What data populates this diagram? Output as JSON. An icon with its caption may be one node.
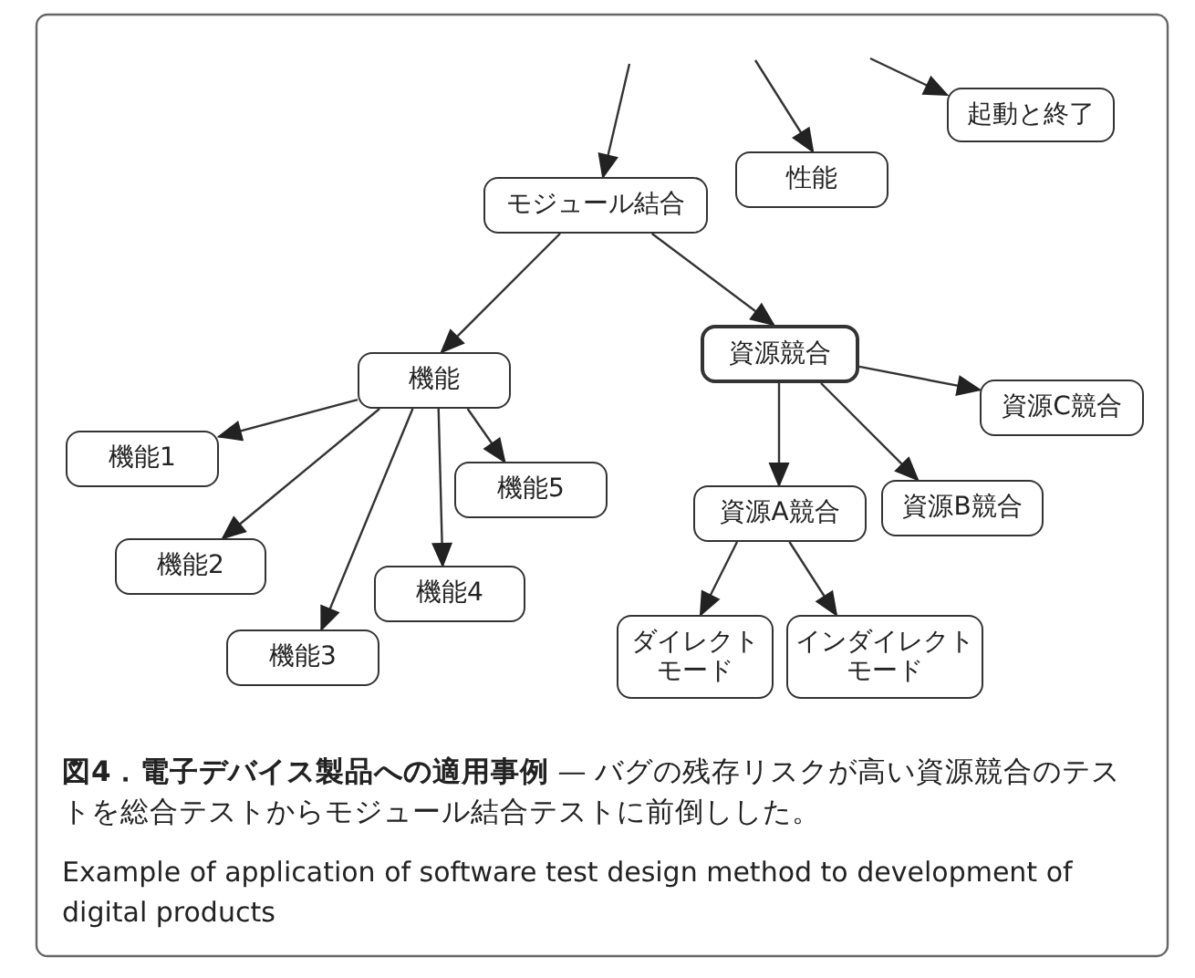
{
  "diagram": {
    "caption": "**図4．電子デバイス製品への適用事例** — バグの残存リスクが高い資源競合のテストを総合テストからモジュール結合テストに前倒しした。",
    "nodes": [
      {
        "text": [
          "起動と終了"
        ]
      },
      {
        "text": [
          "性能"
        ]
      },
      {
        "text": [
          "モジュール結合"
        ]
      },
      {
        "text": [
          "資源競合"
        ]
      },
      {
        "text": [
          "資源C競合"
        ]
      },
      {
        "text": [
          "機能"
        ]
      },
      {
        "text": [
          "機能1"
        ]
      },
      {
        "text": [
          "機能5"
        ]
      },
      {
        "text": [
          "資源A競合"
        ]
      },
      {
        "text": [
          "資源B競合"
        ]
      },
      {
        "text": [
          "機能2"
        ]
      },
      {
        "text": [
          "機能4"
        ]
      },
      {
        "text": [
          "機能3"
        ]
      },
      {
        "text": [
          "ダイレクトモード"
        ]
      },
      {
        "text": [
          "インダイレクトモード"
        ]
      }
    ],
    "edges": [
      {
        "from": null,
        "to": 2,
        "arrow": "to"
      },
      {
        "from": null,
        "to": 1,
        "arrow": "to"
      },
      {
        "from": null,
        "to": 0,
        "arrow": "to"
      },
      {
        "from": 2,
        "to": 5,
        "arrow": "to"
      },
      {
        "from": 2,
        "to": 3,
        "arrow": "to"
      },
      {
        "from": 3,
        "to": 4,
        "arrow": "to"
      },
      {
        "from": 3,
        "to": 8,
        "arrow": "to"
      },
      {
        "from": 3,
        "to": 9,
        "arrow": "to"
      },
      {
        "from": 5,
        "to": 6,
        "arrow": "to"
      },
      {
        "from": 5,
        "to": 10,
        "arrow": "to"
      },
      {
        "from": 5,
        "to": 12,
        "arrow": "to"
      },
      {
        "from": 5,
        "to": 11,
        "arrow": "to"
      },
      {
        "from": 5,
        "to": 7,
        "arrow": "to"
      },
      {
        "from": 8,
        "to": 13,
        "arrow": "to"
      },
      {
        "from": 8,
        "to": 14,
        "arrow": "to"
      }
    ],
    "labels": [
      "Example of application of software test design method to development of digital products"
    ]
  }
}
